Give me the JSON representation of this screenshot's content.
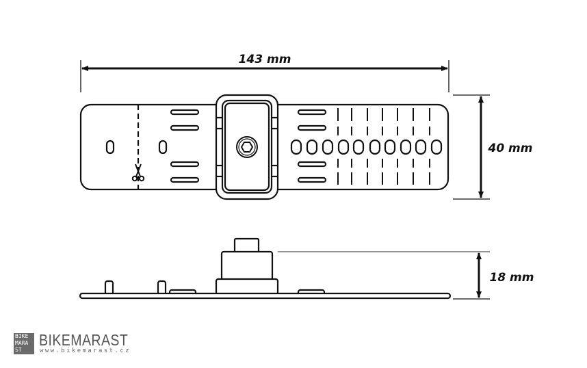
{
  "dimensions": {
    "length": "143 mm",
    "width": "40 mm",
    "height": "18 mm"
  },
  "logo": {
    "mark_lines": [
      "BIKE",
      "MARA",
      "ST"
    ],
    "brand": "BIKEMARAST",
    "url": "www.bikemarast.cz"
  },
  "icons": {
    "cut_mark": "scissors-icon",
    "bolt": "hex-bolt-icon"
  }
}
